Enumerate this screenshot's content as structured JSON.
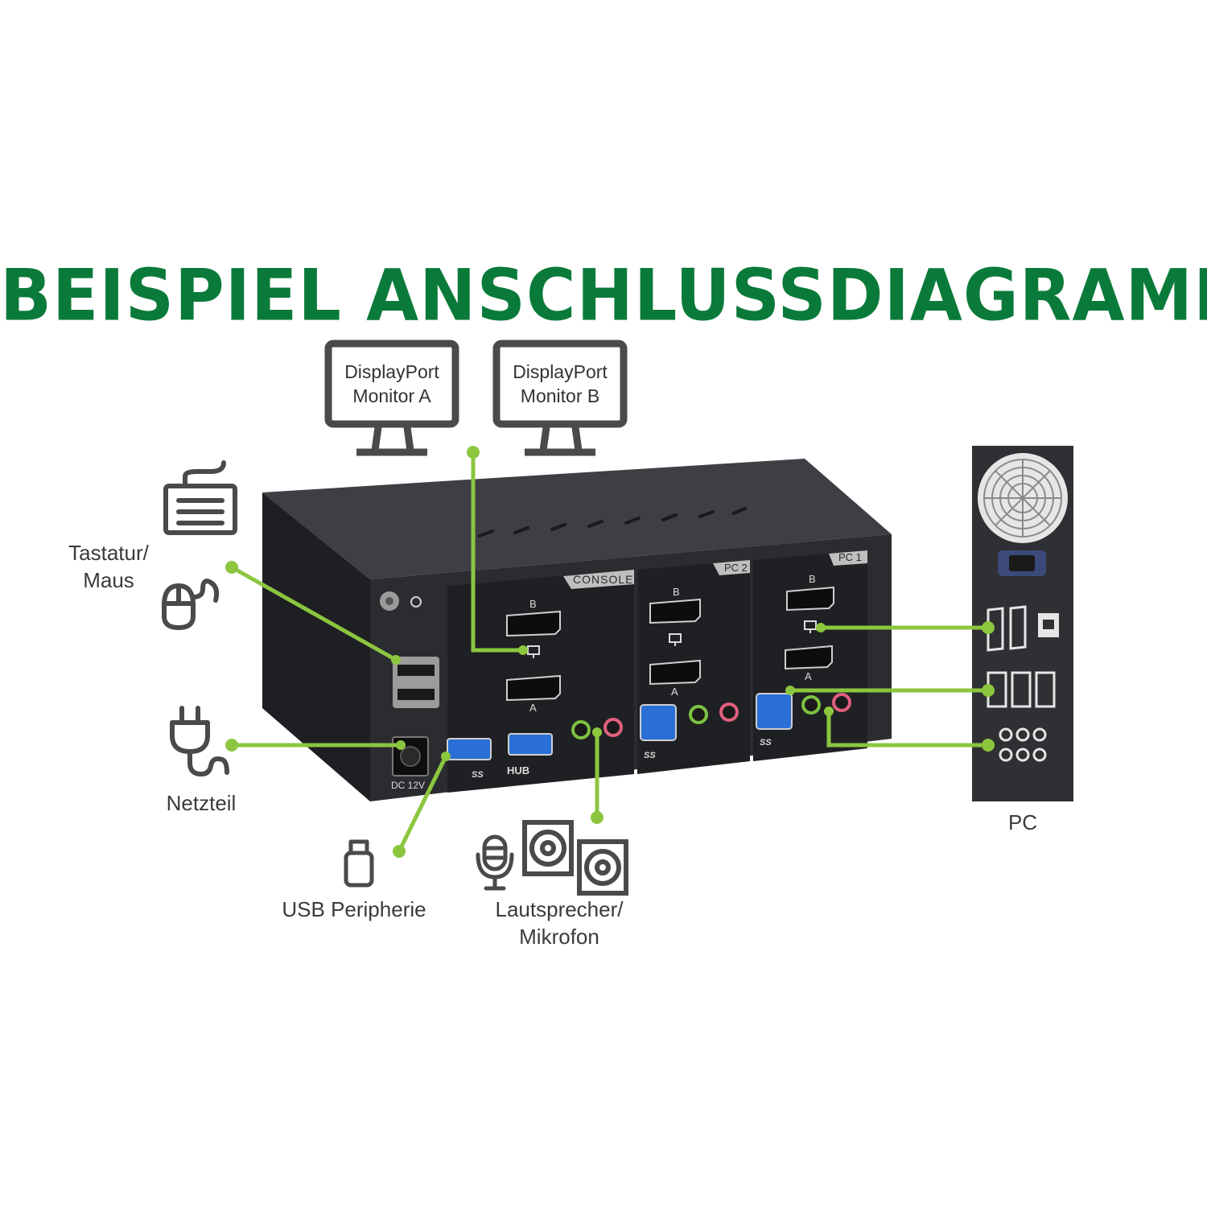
{
  "title": "BEISPIEL ANSCHLUSSDIAGRAMM",
  "colors": {
    "title": "#0a7a3a",
    "connector": "#8cc63f",
    "device": "#2a2b2e",
    "icon": "#4a4a4a"
  },
  "monitors": [
    {
      "line1": "DisplayPort",
      "line2": "Monitor A"
    },
    {
      "line1": "DisplayPort",
      "line2": "Monitor B"
    }
  ],
  "labels": {
    "keyboard_mouse_1": "Tastatur/",
    "keyboard_mouse_2": "Maus",
    "power": "Netzteil",
    "usb": "USB Peripherie",
    "audio_1": "Lautsprecher/",
    "audio_2": "Mikrofon",
    "pc": "PC"
  },
  "device": {
    "sections": [
      "CONSOLE",
      "PC 2",
      "PC 1"
    ],
    "port_b": "B",
    "port_a": "A",
    "hub": "HUB",
    "dc": "DC 12V",
    "ss": "SS"
  },
  "icons": [
    "keyboard-icon",
    "mouse-icon",
    "plug-icon",
    "usb-stick-icon",
    "microphone-icon",
    "speaker-icon",
    "monitor-icon",
    "pc-tower-icon"
  ]
}
